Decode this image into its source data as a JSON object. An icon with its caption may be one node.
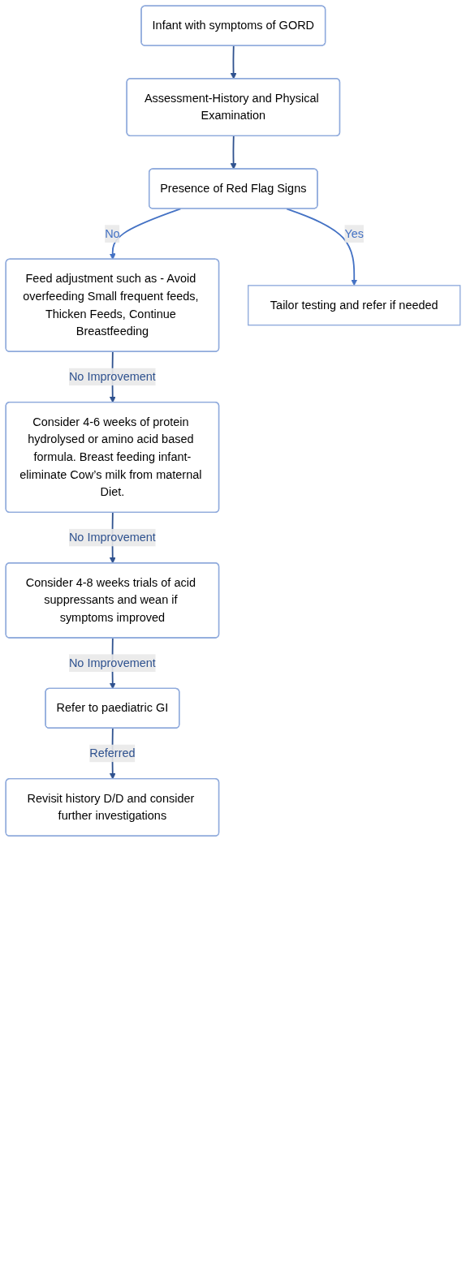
{
  "diagram": {
    "nodes": [
      {
        "text": [
          "Infant with symptoms of GORD"
        ]
      },
      {
        "text": [
          "Assessment-History and Physical Examination"
        ]
      },
      {
        "text": [
          "Presence of Red Flag Signs"
        ]
      },
      {
        "text": [
          "Feed adjustment such as - Avoid overfeeding Small frequent feeds, Thicken Feeds, Continue Breastfeeding"
        ]
      },
      {
        "text": [
          "Tailor testing and refer if needed"
        ]
      },
      {
        "text": [
          "Consider 4-6 weeks of protein hydrolysed or amino acid based formula. Breast feeding infant-eliminate Cow’s milk from maternal Diet."
        ]
      },
      {
        "text": [
          "Consider 4-8 weeks trials of acid suppressants and wean if symptoms improved"
        ]
      },
      {
        "text": [
          "Refer to paediatric GI"
        ]
      },
      {
        "text": [
          "Revisit history D/D and consider further investigations"
        ]
      }
    ],
    "edges": [
      {
        "from": 0,
        "to": 1,
        "arrow": "to"
      },
      {
        "from": 1,
        "to": 2,
        "arrow": "to"
      },
      {
        "from": 2,
        "to": 3,
        "arrow": "to",
        "label": "No",
        "color": "#4472c4"
      },
      {
        "from": 2,
        "to": 4,
        "arrow": "to",
        "label": "Yes",
        "color": "#4472c4"
      },
      {
        "from": 3,
        "to": 5,
        "arrow": "to",
        "label": "No Improvement"
      },
      {
        "from": 5,
        "to": 6,
        "arrow": "to",
        "label": "No Improvement"
      },
      {
        "from": 6,
        "to": 7,
        "arrow": "to",
        "label": "No Improvement"
      },
      {
        "from": 7,
        "to": 8,
        "arrow": "to",
        "label": "Referred"
      }
    ]
  }
}
